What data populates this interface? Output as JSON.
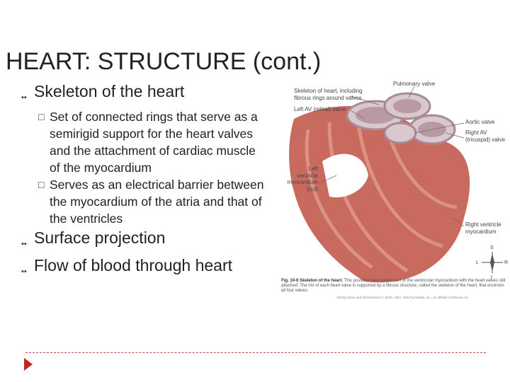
{
  "slide": {
    "title": "HEART: STRUCTURE (cont.)",
    "bullets": [
      {
        "text": "Skeleton of the heart",
        "sub": [
          {
            "text": "Set of connected rings that serve as a semirigid support for the heart valves and the attachment of cardiac muscle of the myocardium"
          },
          {
            "text": "Serves as an electrical barrier between the myocardium of the atria and that of the ventricles"
          }
        ]
      },
      {
        "text": "Surface projection"
      },
      {
        "text": "Flow of blood through heart"
      }
    ]
  },
  "figure": {
    "labels": {
      "skeleton_line1": "Skeleton of heart, including",
      "skeleton_line2": "fibrous rings around valves",
      "pulmonary": "Pulmonary valve",
      "left_av": "Left AV (mitral) valve",
      "aortic": "Aortic valve",
      "right_av_line1": "Right AV",
      "right_av_line2": "(tricuspid) valve",
      "left_vent_line1": "Left",
      "left_vent_line2": "ventricle",
      "left_vent_line3": "myocardium",
      "left_vent_line4": "(cut)",
      "right_vent_line1": "Right ventricle",
      "right_vent_line2": "myocardium"
    },
    "compass": {
      "s": "S",
      "i": "I",
      "l": "L",
      "r": "R"
    },
    "caption_title": "Fig. 10-6 Skeleton of the heart.",
    "caption_text": "This posterior view shows part of the ventricular myocardium with the heart valves still attached. The rim of each heart valve is supported by a fibrous structure, called the skeleton of the heart, that encircles all four valves.",
    "credit": "Mosby items and derived items © 2010, 2007, 2003 by Mosby, Inc., an affiliate of Elsevier Inc."
  },
  "colors": {
    "accent": "#c0281e",
    "divider": "#c0504d",
    "muscle": "#c96a5e"
  },
  "icons": {
    "bullet": "square-bullet-icon",
    "checkbox": "checkbox-icon",
    "nav": "play-arrow-icon"
  }
}
